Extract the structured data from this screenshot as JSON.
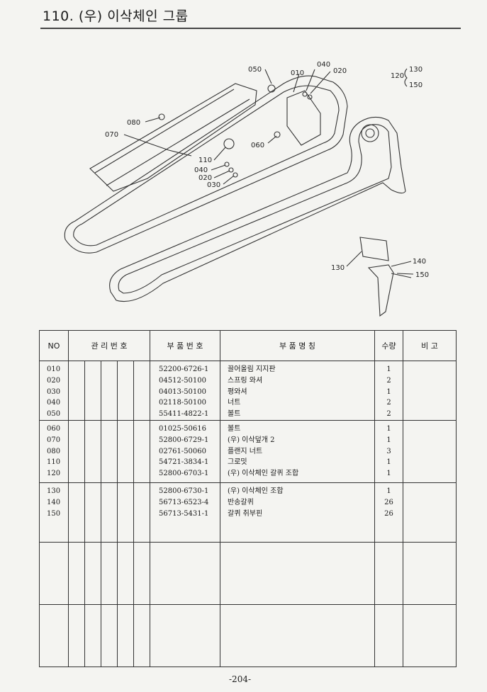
{
  "header": {
    "title": "110. (우) 이삭체인 그룹"
  },
  "diagram": {
    "callouts": [
      "050",
      "010",
      "040",
      "020",
      "120",
      "130",
      "150",
      "080",
      "070",
      "060",
      "110",
      "040",
      "020",
      "030",
      "130",
      "140",
      "150"
    ]
  },
  "table": {
    "headers": {
      "no": "NO",
      "mgmt": "관 리 번 호",
      "part_no": "부 품 번 호",
      "name": "부   품   명   칭",
      "qty": "수량",
      "remark": "비 고"
    },
    "groups": [
      {
        "rows": [
          {
            "no": "010",
            "part_no": "52200-6726-1",
            "name": "끌어올림 지지판",
            "qty": "1"
          },
          {
            "no": "020",
            "part_no": "04512-50100",
            "name": "스프링 와셔",
            "qty": "2"
          },
          {
            "no": "030",
            "part_no": "04013-50100",
            "name": "평와셔",
            "qty": "1"
          },
          {
            "no": "040",
            "part_no": "02118-50100",
            "name": "너트",
            "qty": "2"
          },
          {
            "no": "050",
            "part_no": "55411-4822-1",
            "name": "볼트",
            "qty": "2"
          }
        ]
      },
      {
        "rows": [
          {
            "no": "060",
            "part_no": "01025-50616",
            "name": "볼트",
            "qty": "1"
          },
          {
            "no": "070",
            "part_no": "52800-6729-1",
            "name": "(우) 이삭덮개 2",
            "qty": "1"
          },
          {
            "no": "080",
            "part_no": "02761-50060",
            "name": "플랜지 너트",
            "qty": "3"
          },
          {
            "no": "110",
            "part_no": "54721-3834-1",
            "name": "그로밋",
            "qty": "1"
          },
          {
            "no": "120",
            "part_no": "52800-6703-1",
            "name": "(우) 이삭체인 갈퀴 조합",
            "qty": "1"
          }
        ]
      },
      {
        "rows": [
          {
            "no": "130",
            "part_no": "52800-6730-1",
            "name": "(우) 이삭체인 조합",
            "qty": "1"
          },
          {
            "no": "140",
            "part_no": "56713-6523-4",
            "name": "반송갈퀴",
            "qty": "26"
          },
          {
            "no": "150",
            "part_no": "56713-5431-1",
            "name": "갈퀴 취부핀",
            "qty": "26"
          }
        ]
      }
    ]
  },
  "footer": {
    "page": "-204-"
  }
}
